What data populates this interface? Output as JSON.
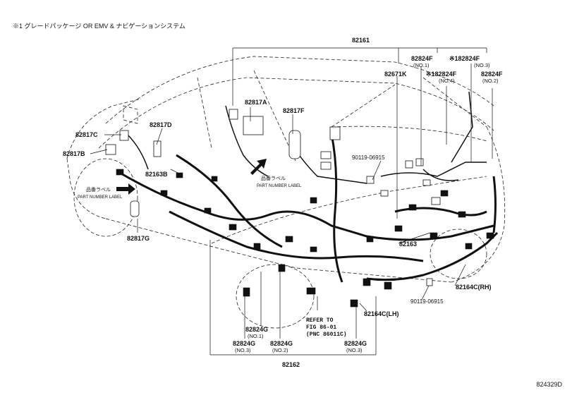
{
  "header_note": "※1 グレードパッケージ OR EMV & ナビゲーションシステム",
  "figure_code": "824329D",
  "labels": {
    "p82161": "82161",
    "p82162": "82162",
    "p82163": "82163",
    "p82163B": "82163B",
    "p82671K": "82671K",
    "p82817A": "82817A",
    "p82817F": "82817F",
    "p82817D": "82817D",
    "p82817C": "82817C",
    "p82817B": "82817B",
    "p82817G": "82817G",
    "p82824F_no1": "82824F",
    "p82824F_no1_sub": "(NO.1)",
    "p82824F_no3": "※182824F",
    "p82824F_no3_sub": "(NO.3)",
    "p82824F_no4": "※182824F",
    "p82824F_no4_sub": "(NO.4)",
    "p82824F_no2": "82824F",
    "p82824F_no2_sub": "(NO.2)",
    "p90119_a": "90119-06915",
    "p90119_b": "90119-06915",
    "p82164C_rh": "82164C(RH)",
    "p82164C_lh": "82164C(LH)",
    "g_no1": "82824G",
    "g_no1_sub": "(NO.1)",
    "g_no3a": "82824G",
    "g_no3a_sub": "(NO.3)",
    "g_no2": "82824G",
    "g_no2_sub": "(NO.2)",
    "g_no3b": "82824G",
    "g_no3b_sub": "(NO.3)",
    "refer_to": "REFER TO\nFIG 86-01\n(PNC 86011C)",
    "jp_label_left": "品番ラベル",
    "en_label_left": "PART NUMBER LABEL",
    "jp_label_mid": "品番ラベル",
    "en_label_mid": "PART NUMBER LABEL"
  }
}
